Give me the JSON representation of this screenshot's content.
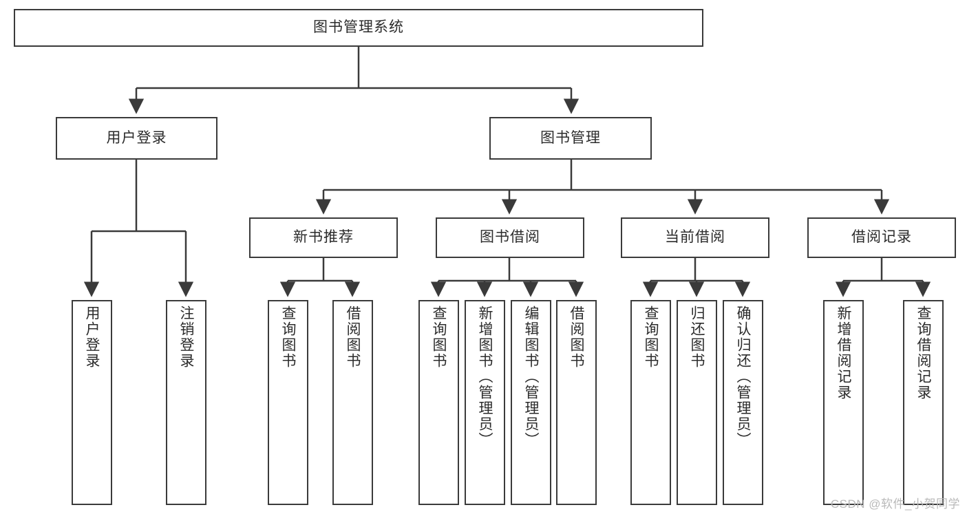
{
  "diagram": {
    "title": "图书管理系统",
    "type": "hierarchy-tree",
    "watermark": "CSDN @软件_小贺同学",
    "colors": {
      "box_border": "#3a3a3a",
      "box_fill": "#ffffff",
      "line": "#3a3a3a",
      "text": "#2b2b2b",
      "watermark": "#b9b9b9"
    },
    "root": {
      "label": "图书管理系统"
    },
    "level2": [
      {
        "label": "用户登录"
      },
      {
        "label": "图书管理"
      }
    ],
    "level3": [
      {
        "label": "新书推荐"
      },
      {
        "label": "图书借阅"
      },
      {
        "label": "当前借阅"
      },
      {
        "label": "借阅记录"
      }
    ],
    "leaves": {
      "user_login": [
        {
          "label": "用户登录"
        },
        {
          "label": "注销登录"
        }
      ],
      "new_book_recommend": [
        {
          "label": "查询图书"
        },
        {
          "label": "借阅图书"
        }
      ],
      "book_borrow": [
        {
          "label": "查询图书"
        },
        {
          "label": "新增图书（管理员）"
        },
        {
          "label": "编辑图书（管理员）"
        },
        {
          "label": "借阅图书"
        }
      ],
      "current_borrow": [
        {
          "label": "查询图书"
        },
        {
          "label": "归还图书"
        },
        {
          "label": "确认归还（管理员）"
        }
      ],
      "borrow_record": [
        {
          "label": "新增借阅记录"
        },
        {
          "label": "查询借阅记录"
        }
      ]
    }
  }
}
